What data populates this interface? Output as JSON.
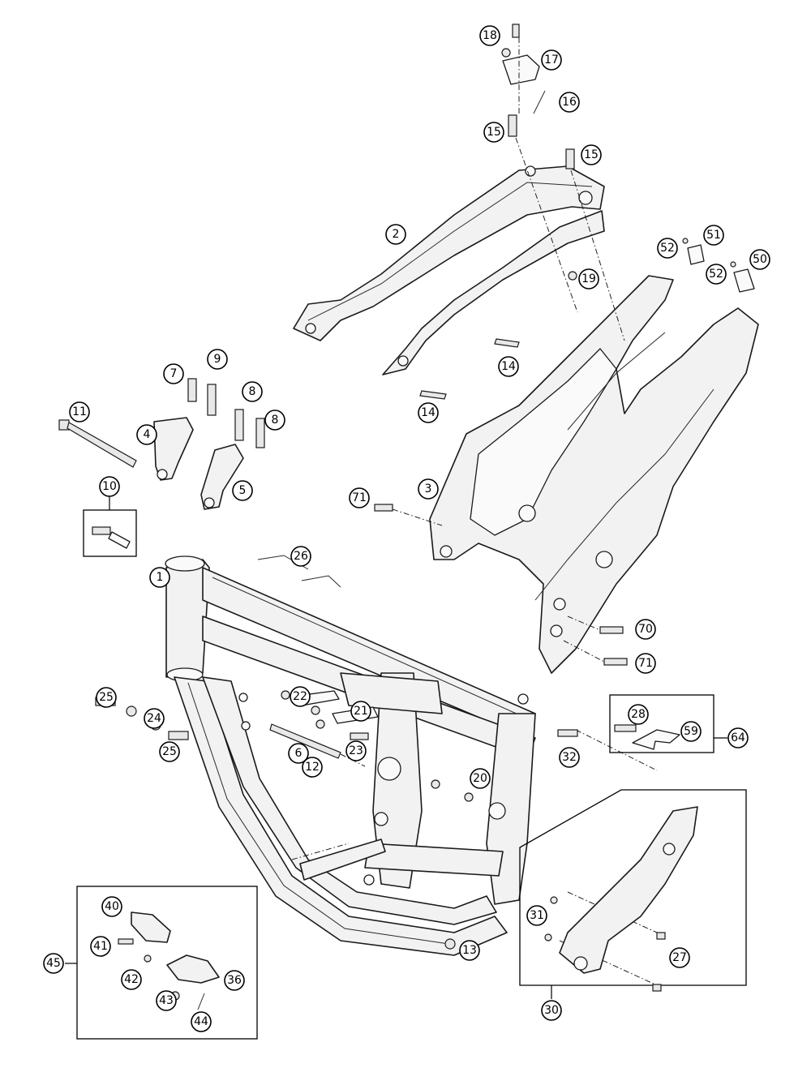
{
  "callouts": [
    {
      "id": "c1",
      "label": "1"
    },
    {
      "id": "c2",
      "label": "2"
    },
    {
      "id": "c3",
      "label": "3"
    },
    {
      "id": "c4",
      "label": "4"
    },
    {
      "id": "c5",
      "label": "5"
    },
    {
      "id": "c6",
      "label": "6"
    },
    {
      "id": "c7",
      "label": "7"
    },
    {
      "id": "c8a",
      "label": "8"
    },
    {
      "id": "c8b",
      "label": "8"
    },
    {
      "id": "c9",
      "label": "9"
    },
    {
      "id": "c10",
      "label": "10"
    },
    {
      "id": "c11",
      "label": "11"
    },
    {
      "id": "c12",
      "label": "12"
    },
    {
      "id": "c13",
      "label": "13"
    },
    {
      "id": "c14a",
      "label": "14"
    },
    {
      "id": "c14b",
      "label": "14"
    },
    {
      "id": "c15a",
      "label": "15"
    },
    {
      "id": "c15b",
      "label": "15"
    },
    {
      "id": "c16",
      "label": "16"
    },
    {
      "id": "c17",
      "label": "17"
    },
    {
      "id": "c18",
      "label": "18"
    },
    {
      "id": "c19",
      "label": "19"
    },
    {
      "id": "c20",
      "label": "20"
    },
    {
      "id": "c21",
      "label": "21"
    },
    {
      "id": "c22",
      "label": "22"
    },
    {
      "id": "c23",
      "label": "23"
    },
    {
      "id": "c24",
      "label": "24"
    },
    {
      "id": "c25a",
      "label": "25"
    },
    {
      "id": "c25b",
      "label": "25"
    },
    {
      "id": "c26",
      "label": "26"
    },
    {
      "id": "c27",
      "label": "27"
    },
    {
      "id": "c28",
      "label": "28"
    },
    {
      "id": "c30",
      "label": "30"
    },
    {
      "id": "c31",
      "label": "31"
    },
    {
      "id": "c32",
      "label": "32"
    },
    {
      "id": "c36",
      "label": "36"
    },
    {
      "id": "c40",
      "label": "40"
    },
    {
      "id": "c41",
      "label": "41"
    },
    {
      "id": "c42",
      "label": "42"
    },
    {
      "id": "c43",
      "label": "43"
    },
    {
      "id": "c44",
      "label": "44"
    },
    {
      "id": "c45",
      "label": "45"
    },
    {
      "id": "c50",
      "label": "50"
    },
    {
      "id": "c51",
      "label": "51"
    },
    {
      "id": "c52a",
      "label": "52"
    },
    {
      "id": "c52b",
      "label": "52"
    },
    {
      "id": "c59",
      "label": "59"
    },
    {
      "id": "c64",
      "label": "64"
    },
    {
      "id": "c70",
      "label": "70"
    },
    {
      "id": "c71a",
      "label": "71"
    },
    {
      "id": "c71b",
      "label": "71"
    }
  ]
}
